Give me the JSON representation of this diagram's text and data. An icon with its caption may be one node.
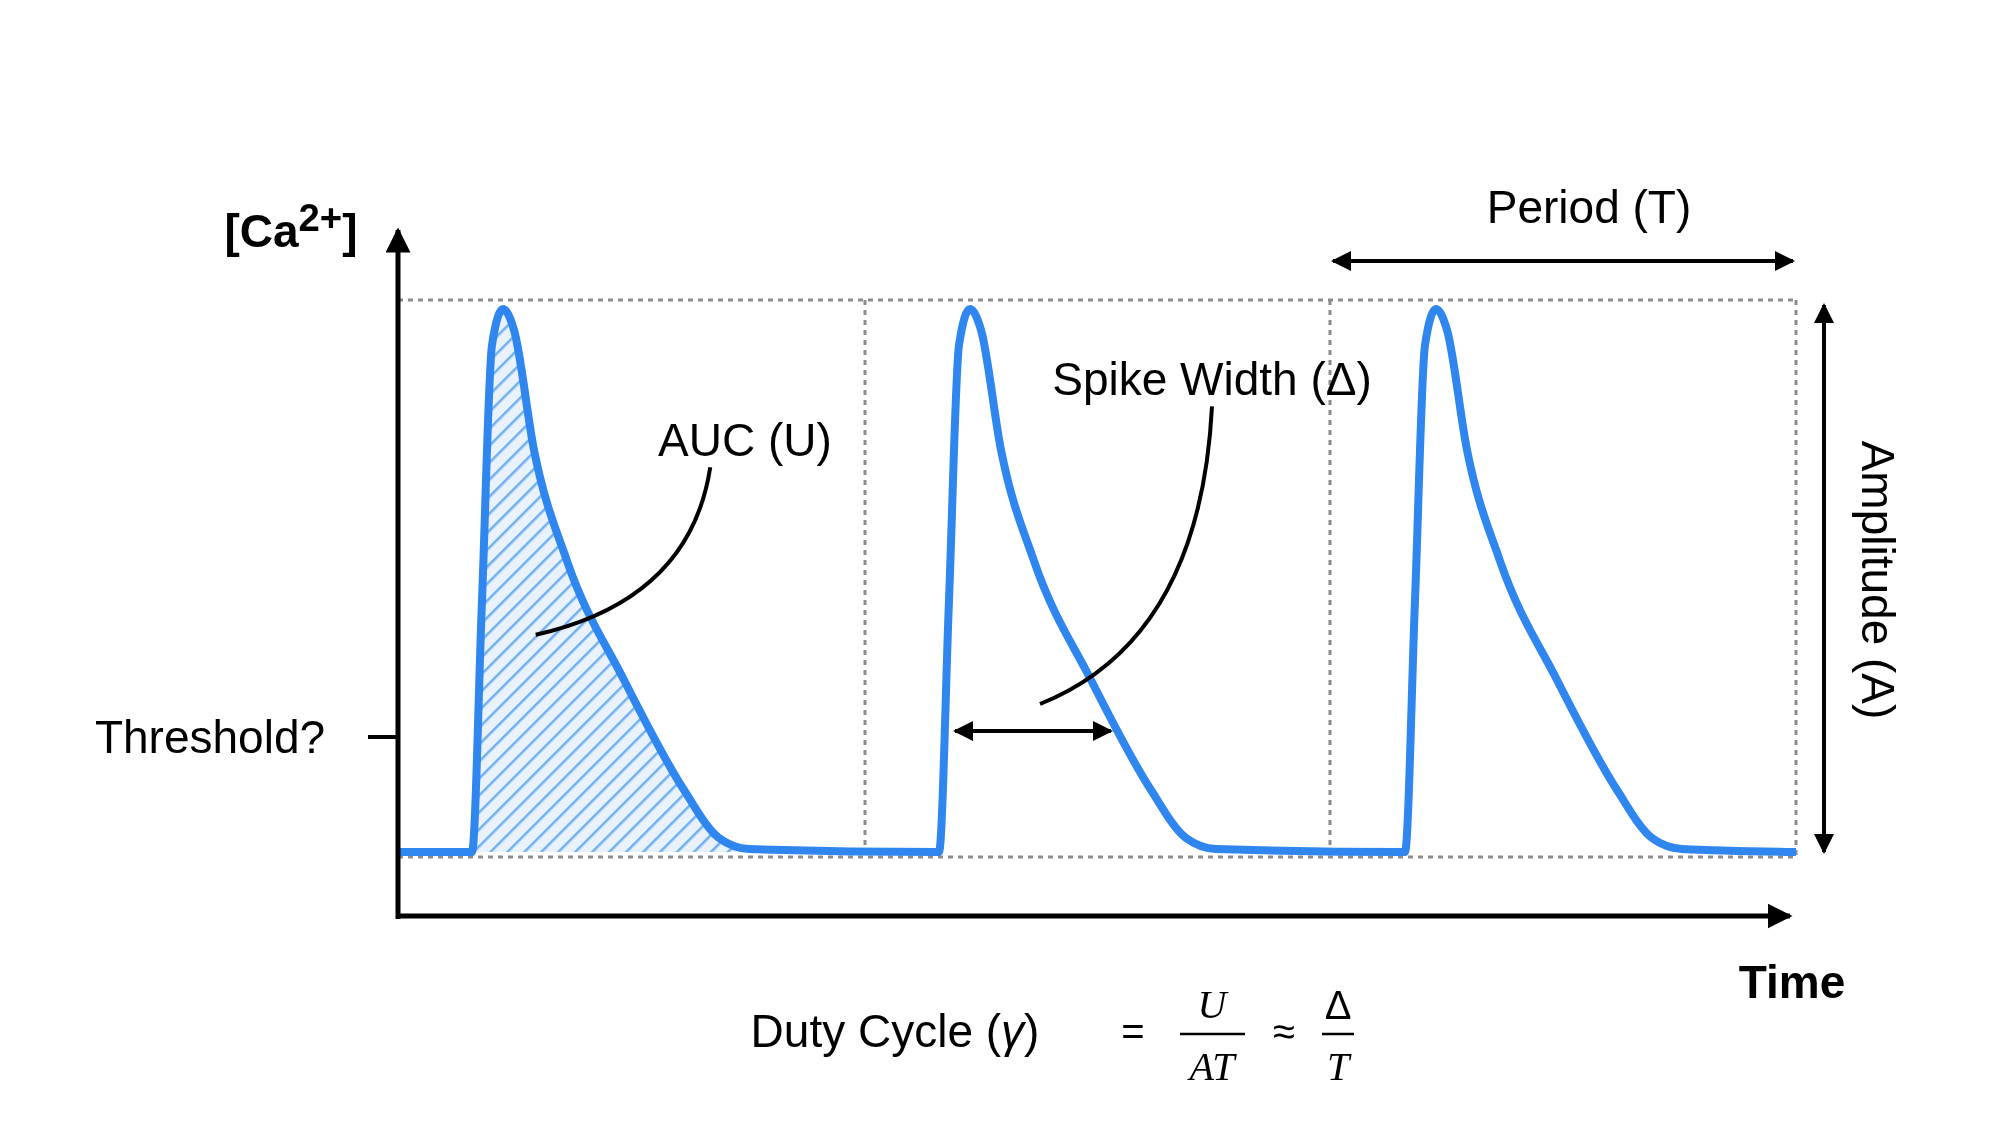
{
  "diagram": {
    "nodes": [
      {
        "text": [
          "AUC (U)"
        ]
      },
      {
        "text": [],
        "shape": "area"
      },
      {
        "text": [
          "Spike Width (Δ)"
        ]
      }
    ],
    "edges": [
      {
        "from": 0,
        "to": 1,
        "arrow": "none"
      },
      {
        "from": 2,
        "to": null,
        "arrow": "none"
      }
    ],
    "labels": [
      "[Ca$^{2+}$]",
      "Threshold?",
      "Period (T)",
      "Amplitude (A)",
      "Time",
      "Duty Cycle (*γ*)",
      "=",
      "U",
      "AT",
      "≈",
      "Δ",
      "T"
    ]
  }
}
